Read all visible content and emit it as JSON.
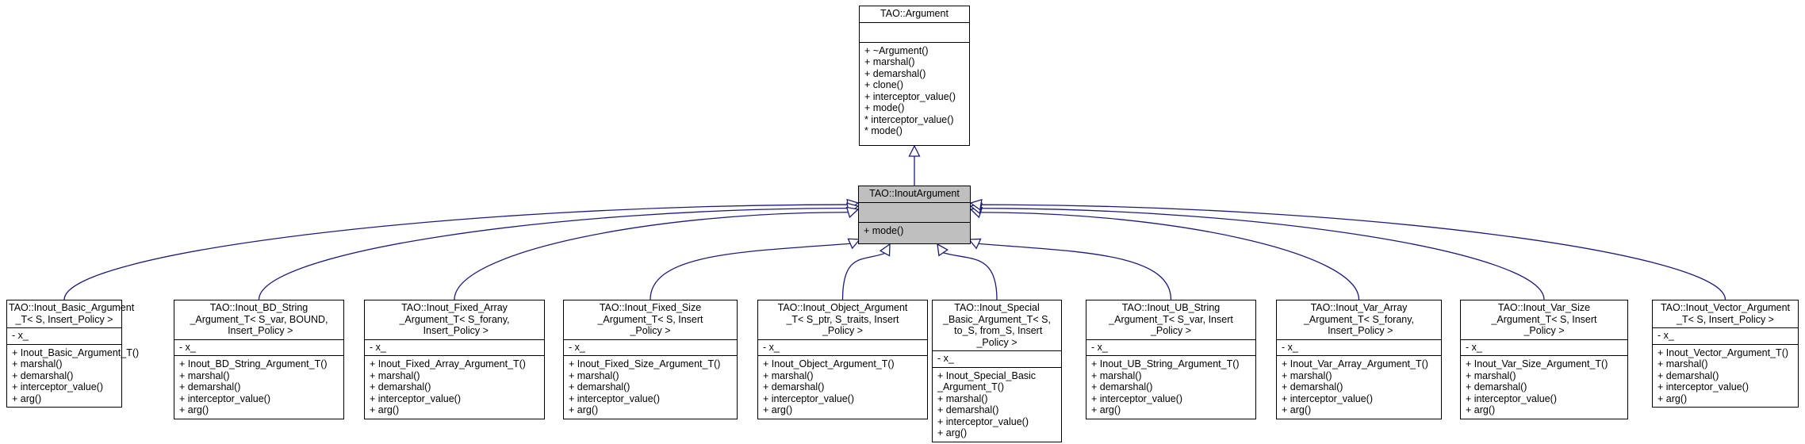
{
  "root": {
    "title": "TAO::Argument",
    "attributes": [],
    "operations": [
      "+ ~Argument()",
      "+ marshal()",
      "+ demarshal()",
      "+ clone()",
      "+ interceptor_value()",
      "+ mode()",
      "* interceptor_value()",
      "* mode()"
    ]
  },
  "mid": {
    "title": "TAO::InoutArgument",
    "attributes": [],
    "operations": [
      "+ mode()"
    ]
  },
  "children": [
    {
      "title": "TAO::Inout_Basic_Argument\n_T< S, Insert_Policy >",
      "attributes": [
        "- x_"
      ],
      "operations": [
        "+ Inout_Basic_Argument_T()",
        "+ marshal()",
        "+ demarshal()",
        "+ interceptor_value()",
        "+ arg()"
      ]
    },
    {
      "title": "TAO::Inout_BD_String\n_Argument_T< S_var, BOUND,\n Insert_Policy >",
      "attributes": [
        "- x_"
      ],
      "operations": [
        "+ Inout_BD_String_Argument_T()",
        "+ marshal()",
        "+ demarshal()",
        "+ interceptor_value()",
        "+ arg()"
      ]
    },
    {
      "title": "TAO::Inout_Fixed_Array\n_Argument_T< S_forany,\n Insert_Policy >",
      "attributes": [
        "- x_"
      ],
      "operations": [
        "+ Inout_Fixed_Array_Argument_T()",
        "+ marshal()",
        "+ demarshal()",
        "+ interceptor_value()",
        "+ arg()"
      ]
    },
    {
      "title": "TAO::Inout_Fixed_Size\n_Argument_T< S, Insert\n_Policy >",
      "attributes": [
        "- x_"
      ],
      "operations": [
        "+ Inout_Fixed_Size_Argument_T()",
        "+ marshal()",
        "+ demarshal()",
        "+ interceptor_value()",
        "+ arg()"
      ]
    },
    {
      "title": "TAO::Inout_Object_Argument\n_T< S_ptr, S_traits, Insert\n_Policy >",
      "attributes": [
        "- x_"
      ],
      "operations": [
        "+ Inout_Object_Argument_T()",
        "+ marshal()",
        "+ demarshal()",
        "+ interceptor_value()",
        "+ arg()"
      ]
    },
    {
      "title": "TAO::Inout_Special\n_Basic_Argument_T< S,\n to_S, from_S, Insert\n_Policy >",
      "attributes": [
        "- x_"
      ],
      "operations": [
        "+ Inout_Special_Basic\n_Argument_T()",
        "+ marshal()",
        "+ demarshal()",
        "+ interceptor_value()",
        "+ arg()"
      ]
    },
    {
      "title": "TAO::Inout_UB_String\n_Argument_T< S_var, Insert\n_Policy >",
      "attributes": [
        "- x_"
      ],
      "operations": [
        "+ Inout_UB_String_Argument_T()",
        "+ marshal()",
        "+ demarshal()",
        "+ interceptor_value()",
        "+ arg()"
      ]
    },
    {
      "title": "TAO::Inout_Var_Array\n_Argument_T< S_forany,\n Insert_Policy >",
      "attributes": [
        "- x_"
      ],
      "operations": [
        "+ Inout_Var_Array_Argument_T()",
        "+ marshal()",
        "+ demarshal()",
        "+ interceptor_value()",
        "+ arg()"
      ]
    },
    {
      "title": "TAO::Inout_Var_Size\n_Argument_T< S, Insert\n_Policy >",
      "attributes": [
        "- x_"
      ],
      "operations": [
        "+ Inout_Var_Size_Argument_T()",
        "+ marshal()",
        "+ demarshal()",
        "+ interceptor_value()",
        "+ arg()"
      ]
    },
    {
      "title": "TAO::Inout_Vector_Argument\n_T< S, Insert_Policy >",
      "attributes": [
        "- x_"
      ],
      "operations": [
        "+ Inout_Vector_Argument_T()",
        "+ marshal()",
        "+ demarshal()",
        "+ interceptor_value()",
        "+ arg()"
      ]
    }
  ],
  "colors": {
    "edge": "#1b1b7a",
    "highlight": "#bfbfbf",
    "border": "#000000"
  }
}
